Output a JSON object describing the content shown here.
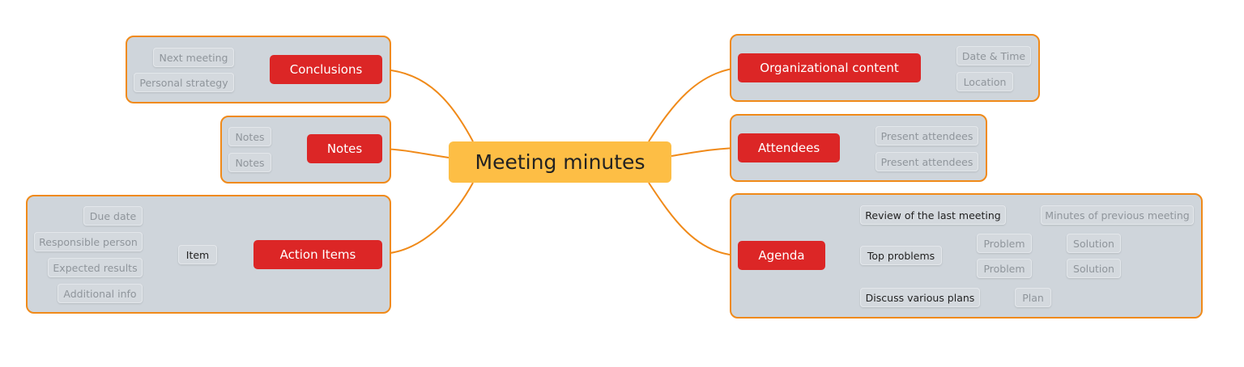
{
  "colors": {
    "central": "#fdbe45",
    "main": "#dc2626",
    "connector": "#f08a19",
    "group_bg": "#cfd5db"
  },
  "central": "Meeting  minutes",
  "conclusions": {
    "title": "Conclusions",
    "items": [
      "Next meeting",
      "Personal strategy"
    ]
  },
  "notes": {
    "title": "Notes",
    "items": [
      "Notes",
      "Notes"
    ]
  },
  "action_items": {
    "title": "Action    Items",
    "item": "Item",
    "items": [
      "Due date",
      "Responsible person",
      "Expected results",
      "Additional info"
    ]
  },
  "organizational": {
    "title": "Organizational content",
    "items": [
      "Date & Time",
      "Location"
    ]
  },
  "attendees": {
    "title": "Attendees",
    "items": [
      "Present attendees",
      "Present attendees"
    ]
  },
  "agenda": {
    "title": "Agenda",
    "review": "Review of the last meeting",
    "review_child": "Minutes of previous meeting",
    "top": "Top problems",
    "problems": [
      "Problem",
      "Problem"
    ],
    "solutions": [
      "Solution",
      "Solution"
    ],
    "discuss": "Discuss various plans",
    "plan": "Plan"
  }
}
